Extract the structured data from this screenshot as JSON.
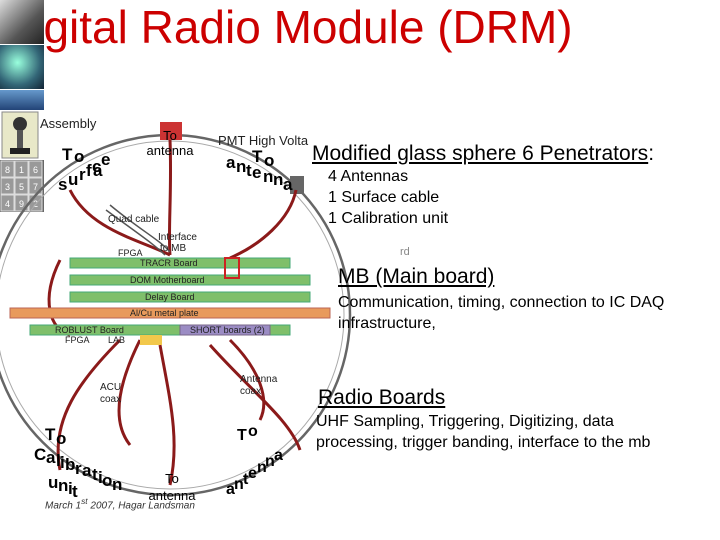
{
  "title": "Digital Radio Module (DRM)",
  "right_panel": {
    "sphere_heading": "Modified glass sphere 6 Penetrators",
    "sphere_heading_colon": ":",
    "sphere_items": [
      "4 Antennas",
      "1 Surface cable",
      "1 Calibration unit"
    ],
    "mb_heading": "MB (Main board)",
    "mb_desc": "Communication, timing, connection to IC DAQ infrastructure,",
    "radio_heading": "Radio Boards",
    "radio_desc": "UHF Sampling, Triggering, Digitizing, data processing, trigger banding, interface to the mb"
  },
  "diagram": {
    "label_assembly": "Assembly",
    "label_pmt": "PMT High Volta",
    "label_quad_cable": "Quad cable",
    "label_interface": "Interface",
    "label_to_mb": "to MB",
    "label_fpga_top": "FPGA",
    "label_tracr": "TRACR Board",
    "label_dom": "DOM Motherboard",
    "label_delay": "Delay Board",
    "label_alcu": "Al/Cu metal plate",
    "label_roblust": "ROBLUST Board",
    "label_short": "SHORT boards (2)",
    "label_fpga_bottom": "FPGA",
    "label_lab": "LAB",
    "label_acu": "ACU",
    "label_coax_left": "coax",
    "label_antenna_right": "Antenna",
    "label_coax_right": "coax",
    "stray_glyph": "rd",
    "keypad": [
      "8",
      "1",
      "6",
      "3",
      "5",
      "7",
      "4",
      "9",
      "2"
    ],
    "to_antenna_top": [
      "To",
      "antenna"
    ],
    "to_surface": "To surface",
    "to_antenna_right": "To antenna",
    "to_calibration": "To Calibration unit",
    "to_antenna_bottom": [
      "To",
      "antenna"
    ],
    "to_antenna_bottom_right": "To antenna",
    "footer_credit_pre": "March 1",
    "footer_credit_sup": "st",
    "footer_credit_post": " 2007, Hagar Landsman"
  },
  "colors": {
    "title": "#cc0000",
    "cable": "#8b1a1a",
    "board_green": "#7fbf6a",
    "board_orange": "#e89a5c",
    "board_purple": "#9b8cc4"
  }
}
